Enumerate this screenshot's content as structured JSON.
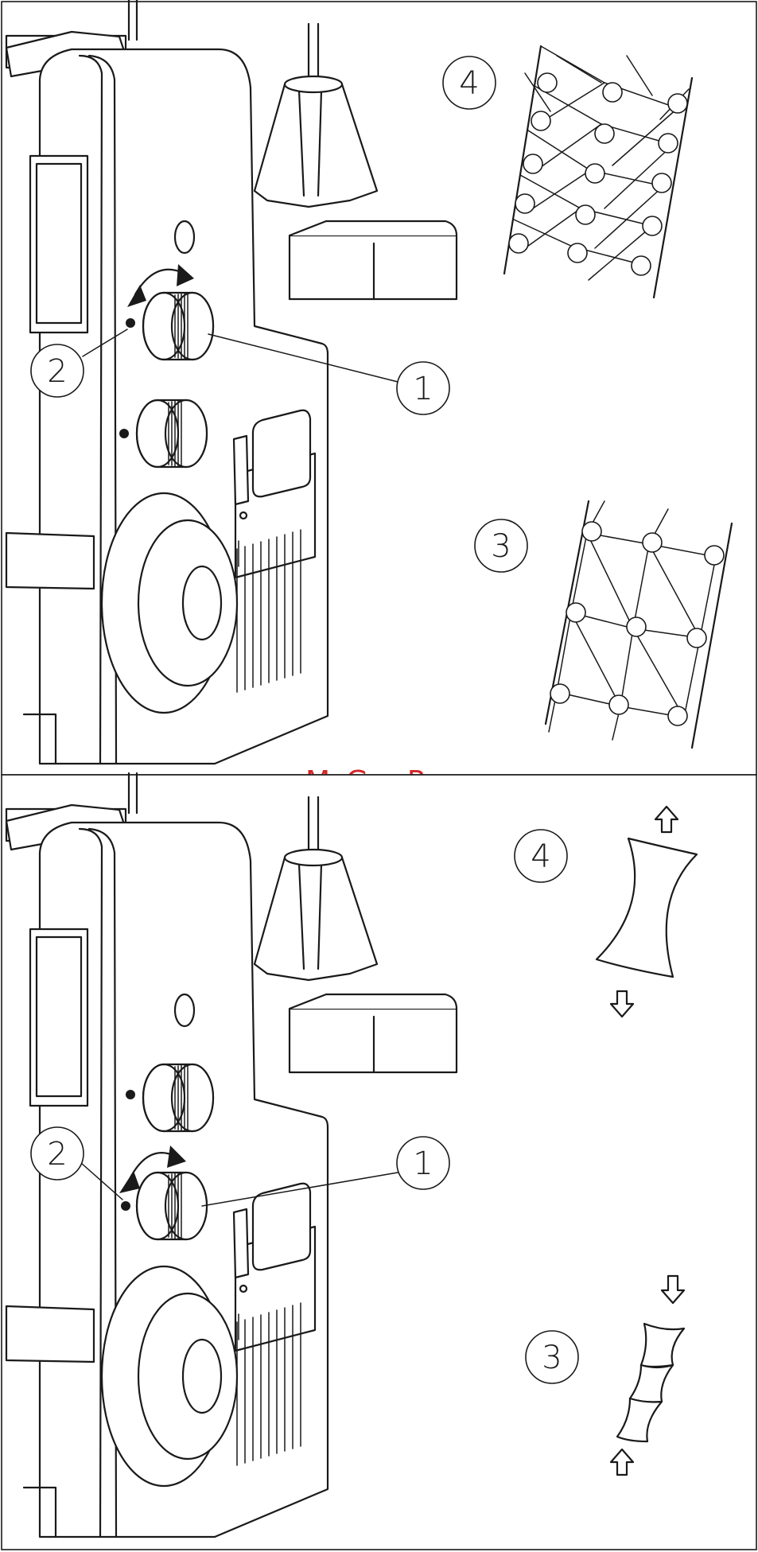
{
  "watermark": "McGrp.Ru",
  "panels": [
    {
      "id": "top",
      "callouts": {
        "knob": "1",
        "dot": "2",
        "fabric_a": "4",
        "fabric_b": "3"
      }
    },
    {
      "id": "bottom",
      "callouts": {
        "knob": "1",
        "dot": "2",
        "fabric_a": "4",
        "fabric_b": "3"
      }
    }
  ],
  "colors": {
    "line": "#1a1a1a",
    "watermark": "#d4262a",
    "background": "#ffffff"
  },
  "icons": [
    "rotation-arrow-icon",
    "up-arrow-icon",
    "down-arrow-icon"
  ]
}
